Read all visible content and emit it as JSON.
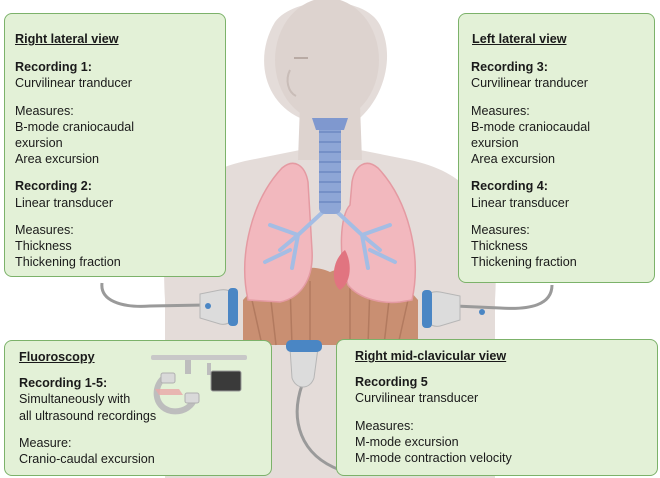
{
  "right_lateral": {
    "title": "Right lateral view",
    "rec1_label": "Recording 1:",
    "rec1_transducer": "Curvilinear  tranducer",
    "measures1_label": "Measures:",
    "measures1": [
      "B-mode craniocaudal",
      "exursion",
      "Area excursion"
    ],
    "rec2_label": "Recording 2:",
    "rec2_transducer": "Linear transducer",
    "measures2_label": "Measures:",
    "measures2": [
      "Thickness",
      "Thickening fraction"
    ]
  },
  "left_lateral": {
    "title": "Left lateral view",
    "rec3_label": "Recording 3:",
    "rec3_transducer": "Curvilinear  tranducer",
    "measures3_label": "Measures:",
    "measures3": [
      "B-mode craniocaudal",
      "exursion",
      "Area excursion"
    ],
    "rec4_label": "Recording 4:",
    "rec4_transducer": "Linear transducer",
    "measures4_label": "Measures:",
    "measures4": [
      "Thickness",
      "Thickening fraction"
    ]
  },
  "fluoroscopy": {
    "title": "Fluoroscopy",
    "rec_label": "Recording 1-5:",
    "rec_lines": [
      "Simultaneously with",
      "all ultrasound recordings"
    ],
    "measure_label": "Measure:",
    "measure": "Cranio-caudal excursion"
  },
  "mid_clavicular": {
    "title": "Right mid-clavicular view",
    "rec_label": "Recording 5",
    "rec_transducer": "Curvilinear  transducer",
    "measures_label": "Measures:",
    "measures": [
      "M-mode excursion",
      "M-mode contraction velocity"
    ]
  },
  "colors": {
    "card_fill": "#e3f1d7",
    "card_border": "#7cb26a",
    "body_skin": "#e4dcd9",
    "lung": "#f2b8be",
    "trachea": "#8ea6d6",
    "diaphragm": "#c98f72",
    "probe_blue": "#4a86c4"
  }
}
